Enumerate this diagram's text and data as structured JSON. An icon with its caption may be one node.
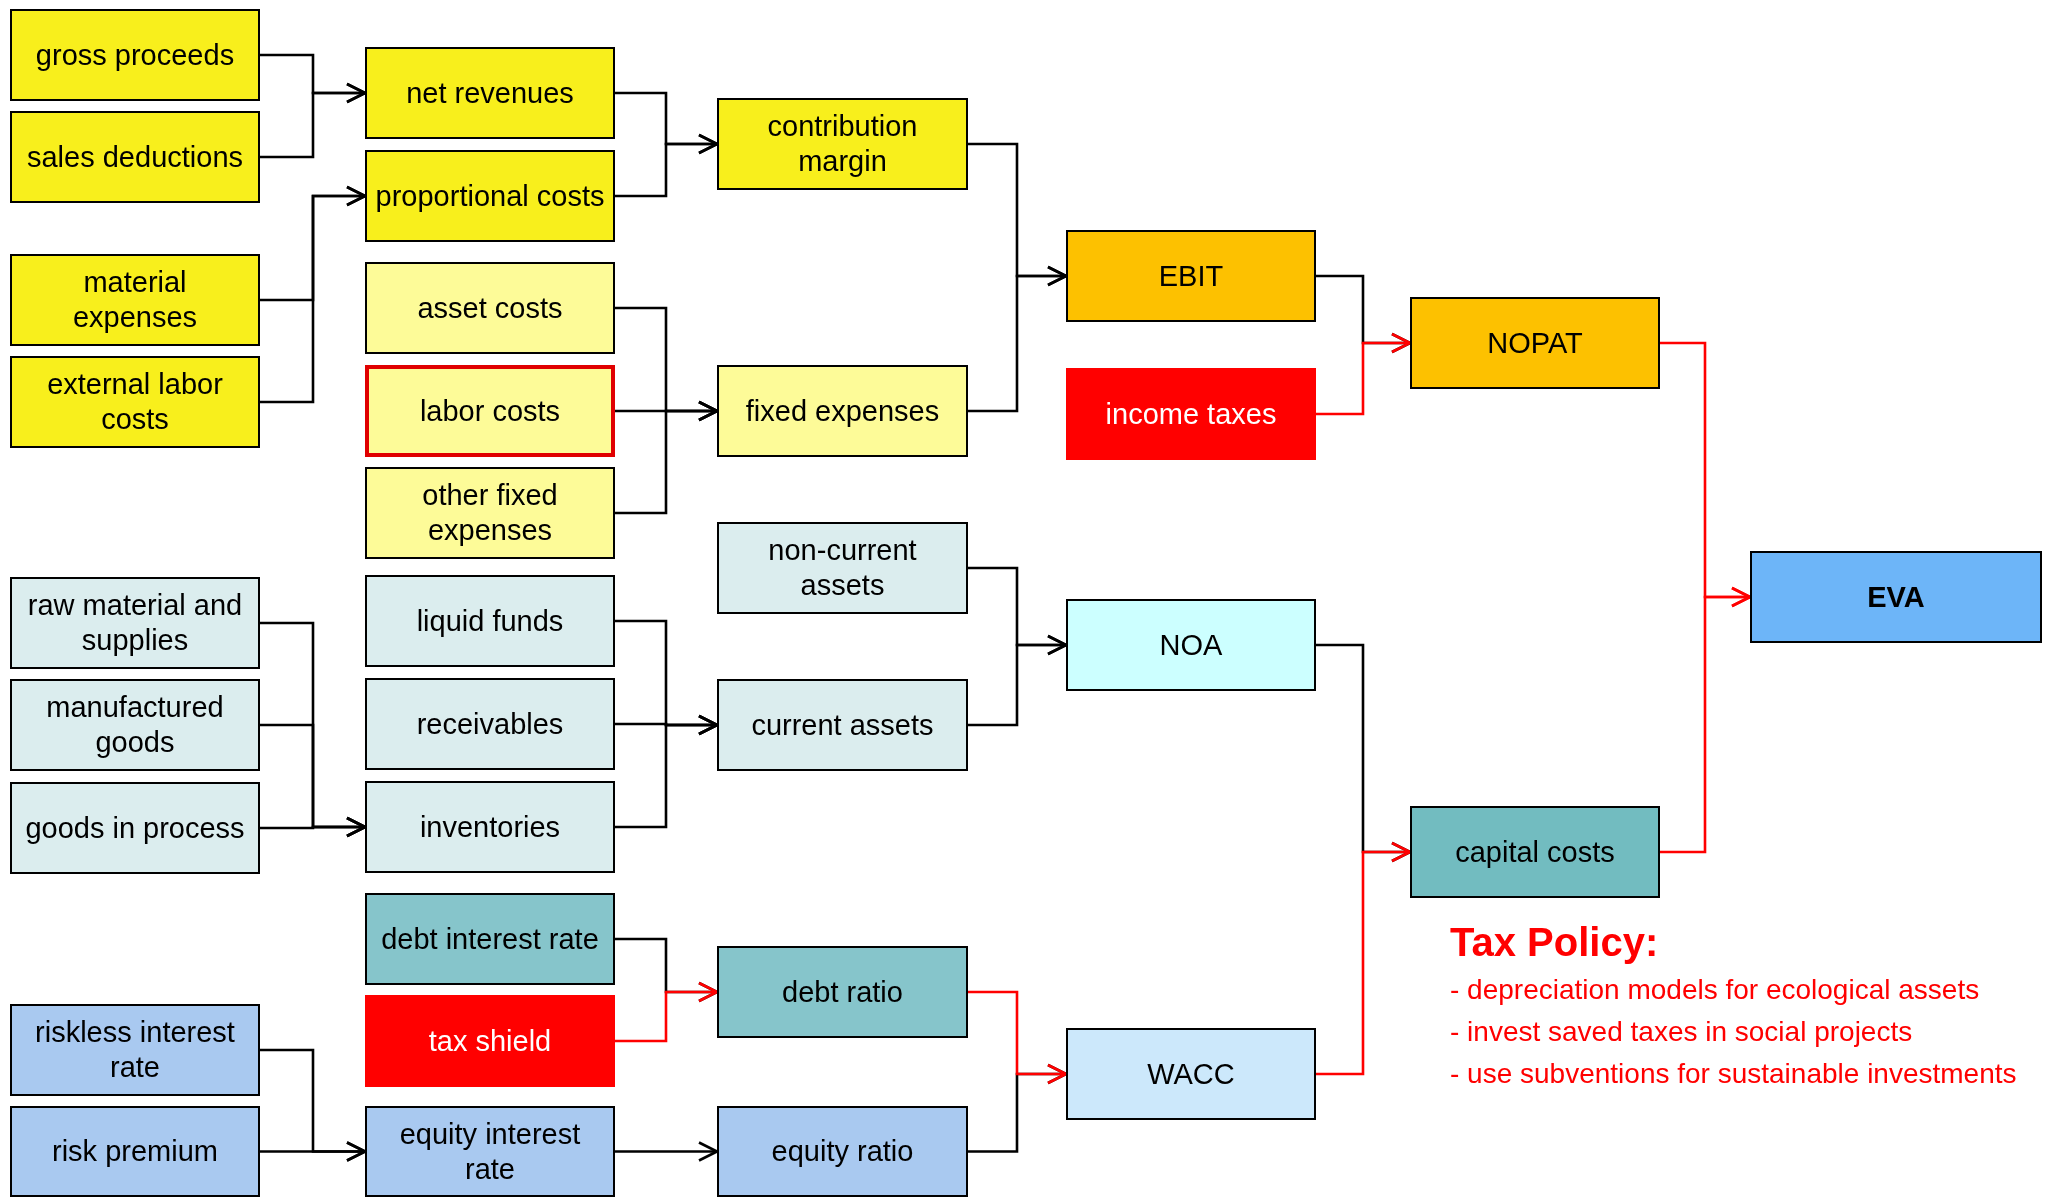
{
  "diagram": {
    "nodes": [
      {
        "text": [
          "gross proceeds"
        ]
      },
      {
        "text": [
          "sales deductions"
        ]
      },
      {
        "text": [
          "material expenses"
        ]
      },
      {
        "text": [
          "external labor costs"
        ]
      },
      {
        "text": [
          "raw material and supplies"
        ]
      },
      {
        "text": [
          "manufactured goods"
        ]
      },
      {
        "text": [
          "goods in process"
        ]
      },
      {
        "text": [
          "riskless interest rate"
        ]
      },
      {
        "text": [
          "risk premium"
        ]
      },
      {
        "text": [
          "net revenues"
        ]
      },
      {
        "text": [
          "proportional costs"
        ]
      },
      {
        "text": [
          "asset costs"
        ]
      },
      {
        "text": [
          "labor costs"
        ]
      },
      {
        "text": [
          "other fixed expenses"
        ]
      },
      {
        "text": [
          "liquid funds"
        ]
      },
      {
        "text": [
          "receivables"
        ]
      },
      {
        "text": [
          "inventories"
        ]
      },
      {
        "text": [
          "debt interest rate"
        ]
      },
      {
        "text": [
          "tax shield"
        ]
      },
      {
        "text": [
          "equity interest rate"
        ]
      },
      {
        "text": [
          "contribution margin"
        ]
      },
      {
        "text": [
          "fixed expenses"
        ]
      },
      {
        "text": [
          "non-current assets"
        ]
      },
      {
        "text": [
          "current assets"
        ]
      },
      {
        "text": [
          "debt ratio"
        ]
      },
      {
        "text": [
          "equity ratio"
        ]
      },
      {
        "text": [
          "EBIT"
        ]
      },
      {
        "text": [
          "income taxes"
        ]
      },
      {
        "text": [
          "NOA"
        ]
      },
      {
        "text": [
          "WACC"
        ]
      },
      {
        "text": [
          "NOPAT"
        ]
      },
      {
        "text": [
          "capital costs"
        ]
      },
      {
        "text": [
          "EVA"
        ]
      }
    ],
    "edges": [
      {
        "from": 0,
        "to": 9,
        "arrow": "to"
      },
      {
        "from": 1,
        "to": 9,
        "arrow": "to"
      },
      {
        "from": 2,
        "to": 10,
        "arrow": "to"
      },
      {
        "from": 3,
        "to": 10,
        "arrow": "to"
      },
      {
        "from": 9,
        "to": 20,
        "arrow": "to"
      },
      {
        "from": 10,
        "to": 20,
        "arrow": "to"
      },
      {
        "from": 11,
        "to": 21,
        "arrow": "to"
      },
      {
        "from": 12,
        "to": 21,
        "arrow": "to"
      },
      {
        "from": 13,
        "to": 21,
        "arrow": "to"
      },
      {
        "from": 20,
        "to": 26,
        "arrow": "to"
      },
      {
        "from": 21,
        "to": 26,
        "arrow": "to"
      },
      {
        "from": 26,
        "to": 30,
        "arrow": "to"
      },
      {
        "from": 27,
        "to": 30,
        "arrow": "to",
        "color": "#ff0000"
      },
      {
        "from": 4,
        "to": 16,
        "arrow": "to"
      },
      {
        "from": 5,
        "to": 16,
        "arrow": "to"
      },
      {
        "from": 6,
        "to": 16,
        "arrow": "to"
      },
      {
        "from": 14,
        "to": 23,
        "arrow": "to"
      },
      {
        "from": 15,
        "to": 23,
        "arrow": "to"
      },
      {
        "from": 16,
        "to": 23,
        "arrow": "to"
      },
      {
        "from": 22,
        "to": 28,
        "arrow": "to"
      },
      {
        "from": 23,
        "to": 28,
        "arrow": "to"
      },
      {
        "from": 17,
        "to": 24,
        "arrow": "to"
      },
      {
        "from": 18,
        "to": 24,
        "arrow": "to",
        "color": "#ff0000"
      },
      {
        "from": 7,
        "to": 19,
        "arrow": "to"
      },
      {
        "from": 8,
        "to": 19,
        "arrow": "to"
      },
      {
        "from": 19,
        "to": 25,
        "arrow": "to"
      },
      {
        "from": 24,
        "to": 29,
        "arrow": "to",
        "color": "#ff0000"
      },
      {
        "from": 25,
        "to": 29,
        "arrow": "to"
      },
      {
        "from": 28,
        "to": 31,
        "arrow": "to"
      },
      {
        "from": 29,
        "to": 31,
        "arrow": "to",
        "color": "#ff0000"
      },
      {
        "from": 30,
        "to": 32,
        "arrow": "to",
        "color": "#ff0000"
      },
      {
        "from": 31,
        "to": 32,
        "arrow": "to",
        "color": "#ff0000"
      }
    ],
    "labels": [
      "Tax Policy:",
      "- depreciation models for ecological assets",
      "- invest saved taxes in social projects",
      "- use subventions for sustainable investments"
    ]
  }
}
